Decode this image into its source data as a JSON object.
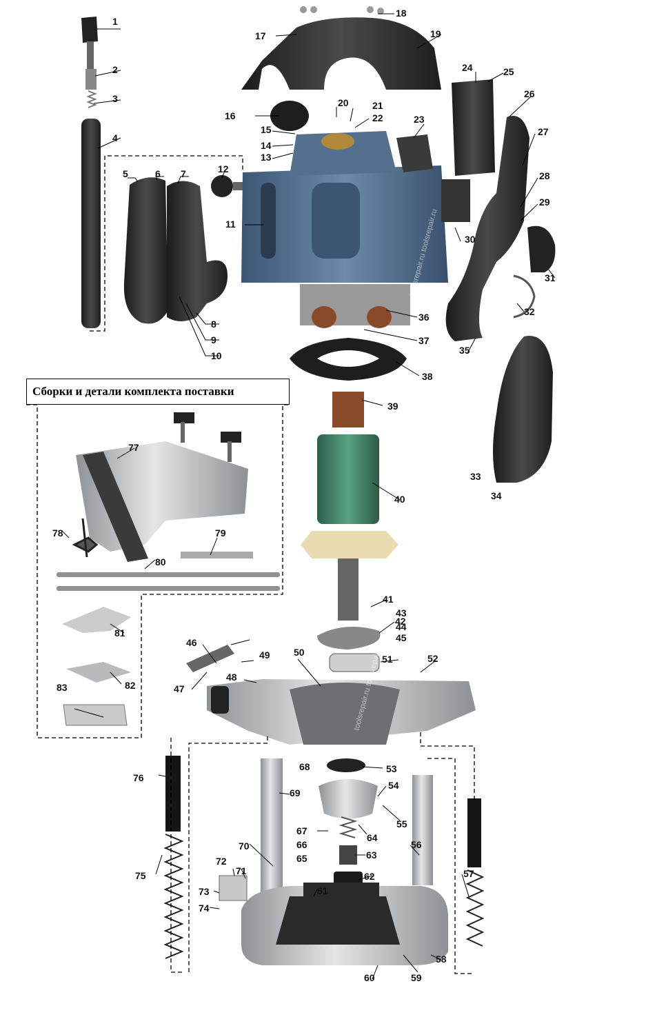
{
  "kit_title": "Сборки и детали комплекта поставки",
  "watermark": "toolsrepair.ru",
  "callouts": [
    "1",
    "2",
    "3",
    "4",
    "5",
    "6",
    "7",
    "8",
    "9",
    "10",
    "11",
    "12",
    "13",
    "14",
    "15",
    "16",
    "17",
    "18",
    "19",
    "20",
    "21",
    "22",
    "23",
    "24",
    "25",
    "26",
    "27",
    "28",
    "29",
    "30",
    "31",
    "32",
    "33",
    "34",
    "35",
    "36",
    "37",
    "38",
    "39",
    "40",
    "41",
    "42",
    "43",
    "44",
    "45",
    "46",
    "47",
    "48",
    "49",
    "50",
    "51",
    "52",
    "53",
    "54",
    "55",
    "56",
    "57",
    "58",
    "59",
    "60",
    "61",
    "62",
    "63",
    "64",
    "65",
    "66",
    "67",
    "68",
    "69",
    "70",
    "71",
    "72",
    "73",
    "74",
    "75",
    "76",
    "77",
    "78",
    "79",
    "80",
    "81",
    "82",
    "83"
  ],
  "colors": {
    "blue_housing": "#4f6a8a",
    "dark_plastic": "#2b2b2b",
    "aluminum": "#b9bcc0",
    "copper": "#8a4a2a",
    "armature_green": "#3f7d63",
    "fan": "#e8dcb0",
    "line": "#000000"
  }
}
